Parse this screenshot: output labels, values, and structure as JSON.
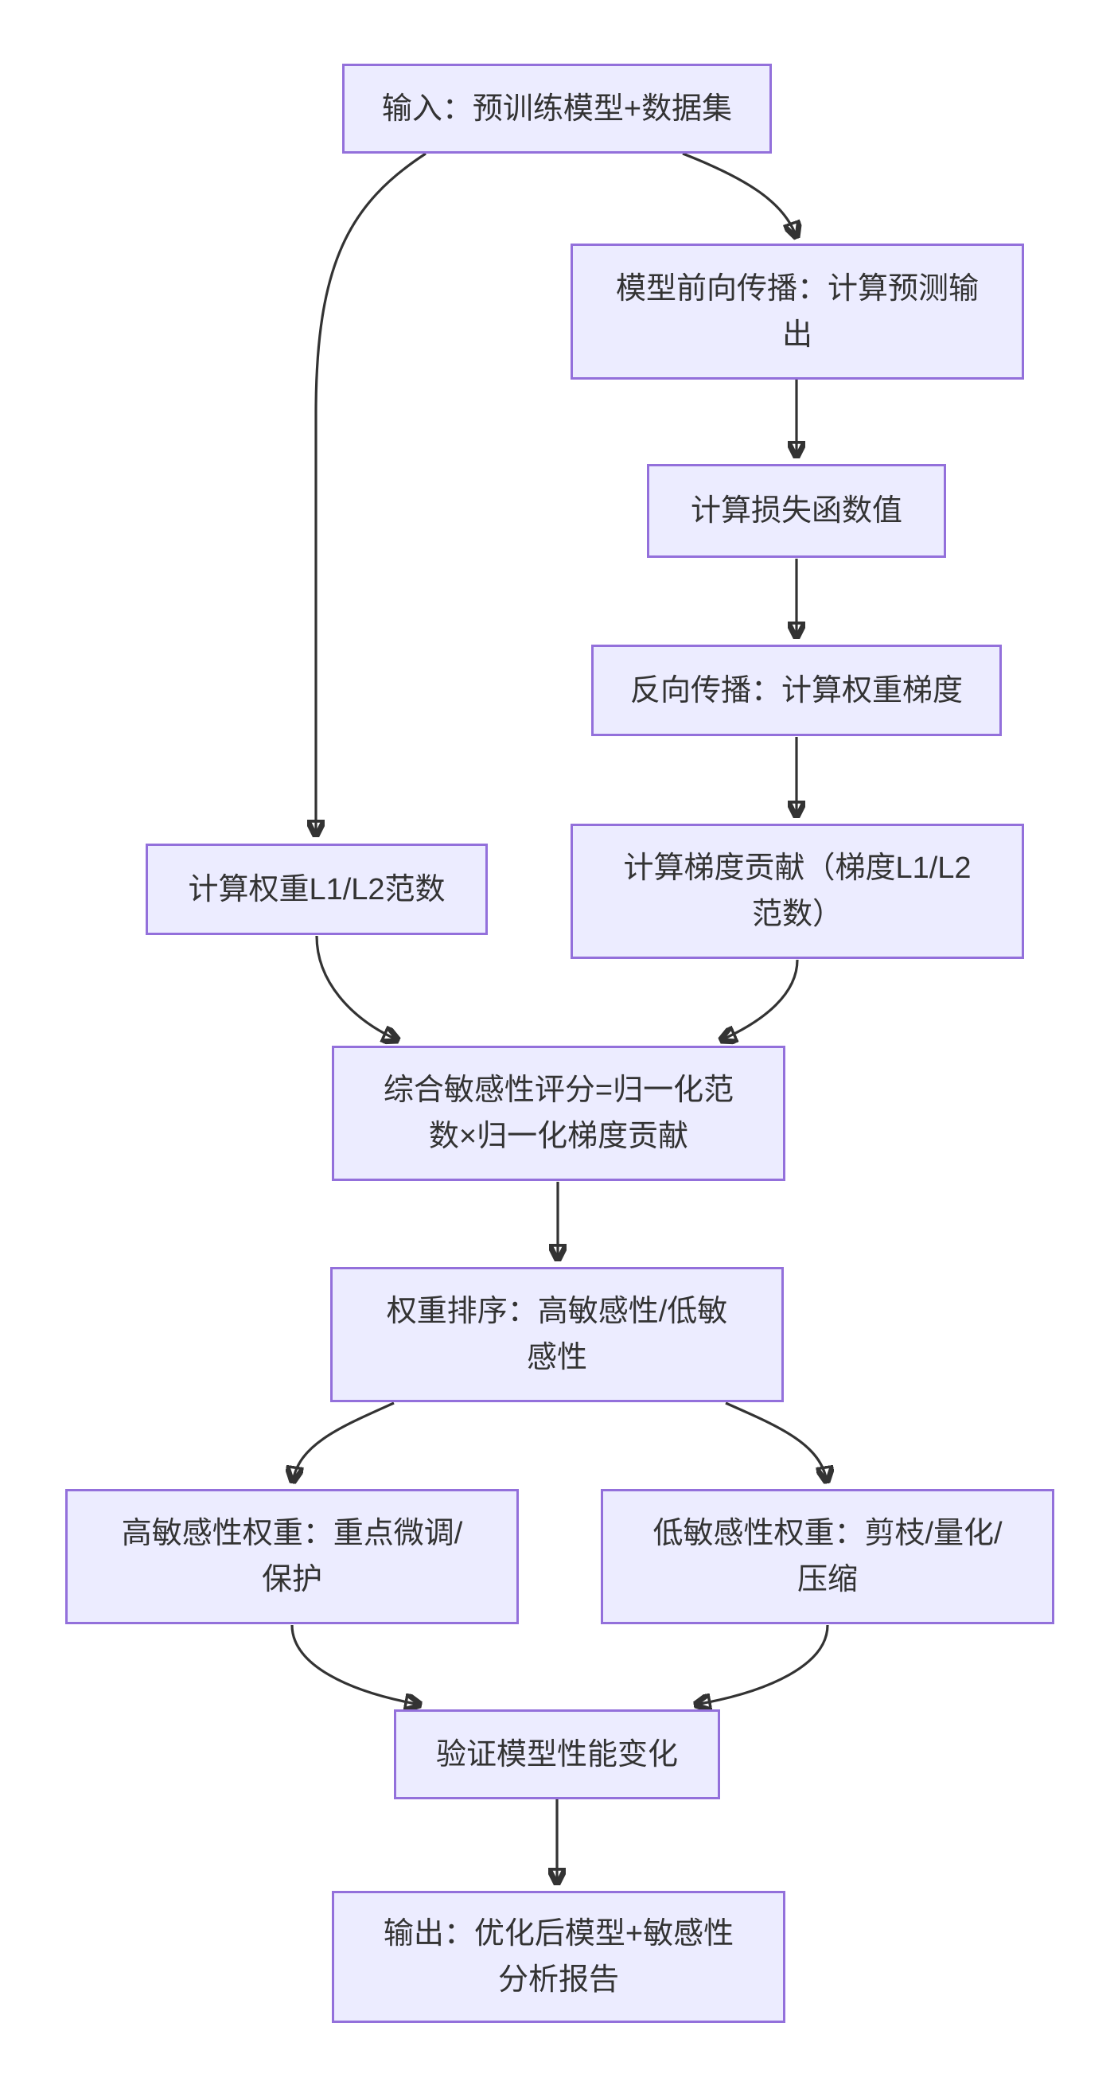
{
  "colors": {
    "background": "#FFFFFF",
    "node_fill": "#ECECFF",
    "node_border": "#9370DB",
    "edge": "#333333",
    "text": "#333333"
  },
  "diagram": {
    "type": "flowchart-top-down",
    "nodes": {
      "input": {
        "label": "输入：预训练模型+数据集",
        "lines": [
          "输入：预训练模型+数据集"
        ]
      },
      "forward": {
        "label": "模型前向传播：计算预测输出",
        "lines": [
          "模型前向传播：计算预测输",
          "出"
        ]
      },
      "loss": {
        "label": "计算损失函数值",
        "lines": [
          "计算损失函数值"
        ]
      },
      "backprop": {
        "label": "反向传播：计算权重梯度",
        "lines": [
          "反向传播：计算权重梯度"
        ]
      },
      "grad_contrib": {
        "label": "计算梯度贡献（梯度L1/L2范数）",
        "lines": [
          "计算梯度贡献（梯度L1/L2",
          "范数）"
        ]
      },
      "weight_norm": {
        "label": "计算权重L1/L2范数",
        "lines": [
          "计算权重L1/L2范数"
        ]
      },
      "score": {
        "label": "综合敏感性评分=归一化范数×归一化梯度贡献",
        "lines": [
          "综合敏感性评分=归一化范",
          "数×归一化梯度贡献"
        ]
      },
      "sort": {
        "label": "权重排序：高敏感性/低敏感性",
        "lines": [
          "权重排序：高敏感性/低敏",
          "感性"
        ]
      },
      "high_sens": {
        "label": "高敏感性权重：重点微调/保护",
        "lines": [
          "高敏感性权重：重点微调/",
          "保护"
        ]
      },
      "low_sens": {
        "label": "低敏感性权重：剪枝/量化/压缩",
        "lines": [
          "低敏感性权重：剪枝/量化/",
          "压缩"
        ]
      },
      "validate": {
        "label": "验证模型性能变化",
        "lines": [
          "验证模型性能变化"
        ]
      },
      "output": {
        "label": "输出：优化后模型+敏感性分析报告",
        "lines": [
          "输出：优化后模型+敏感性",
          "分析报告"
        ]
      }
    },
    "edges": [
      {
        "from": "input",
        "to": "weight_norm"
      },
      {
        "from": "input",
        "to": "forward"
      },
      {
        "from": "forward",
        "to": "loss"
      },
      {
        "from": "loss",
        "to": "backprop"
      },
      {
        "from": "backprop",
        "to": "grad_contrib"
      },
      {
        "from": "weight_norm",
        "to": "score"
      },
      {
        "from": "grad_contrib",
        "to": "score"
      },
      {
        "from": "score",
        "to": "sort"
      },
      {
        "from": "sort",
        "to": "high_sens"
      },
      {
        "from": "sort",
        "to": "low_sens"
      },
      {
        "from": "high_sens",
        "to": "validate"
      },
      {
        "from": "low_sens",
        "to": "validate"
      },
      {
        "from": "validate",
        "to": "output"
      }
    ]
  }
}
